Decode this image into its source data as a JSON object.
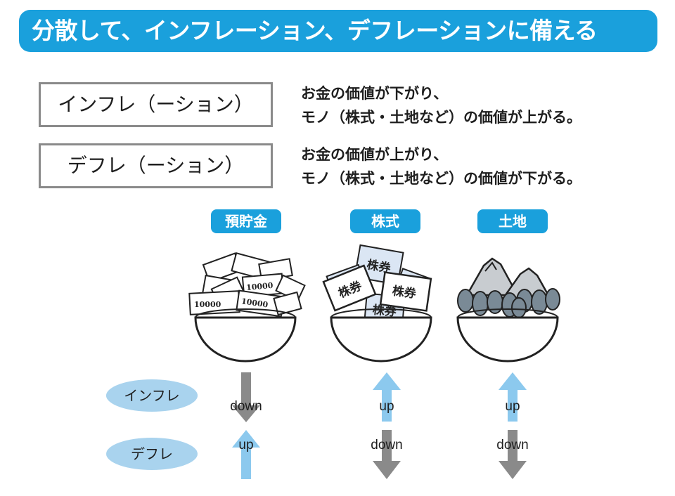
{
  "title": "分散して、インフレーション、デフレーションに備える",
  "definitions": [
    {
      "term": "インフレ（ーション）",
      "line1": "お金の価値が下がり、",
      "line2": "モノ（株式・土地など）の価値が上がる。"
    },
    {
      "term": "デフレ（ーション）",
      "line1": "お金の価値が上がり、",
      "line2": "モノ（株式・土地など）の価値が下がる。"
    }
  ],
  "assets": [
    {
      "label": "預貯金",
      "icon": "banknotes-in-bowl-icon",
      "bill_text": "10000",
      "inflation": "down",
      "deflation": "up"
    },
    {
      "label": "株式",
      "icon": "stock-certificates-in-bowl-icon",
      "cert_text": "株券",
      "inflation": "up",
      "deflation": "down"
    },
    {
      "label": "土地",
      "icon": "mountains-trees-in-bowl-icon",
      "inflation": "up",
      "deflation": "down"
    }
  ],
  "rows": {
    "inflation_label": "インフレ",
    "deflation_label": "デフレ"
  },
  "colors": {
    "accent": "#1aa0dc",
    "arrow_up": "#8cc9ee",
    "arrow_down": "#8a8a8a",
    "ellipse": "#a9d3ee"
  }
}
